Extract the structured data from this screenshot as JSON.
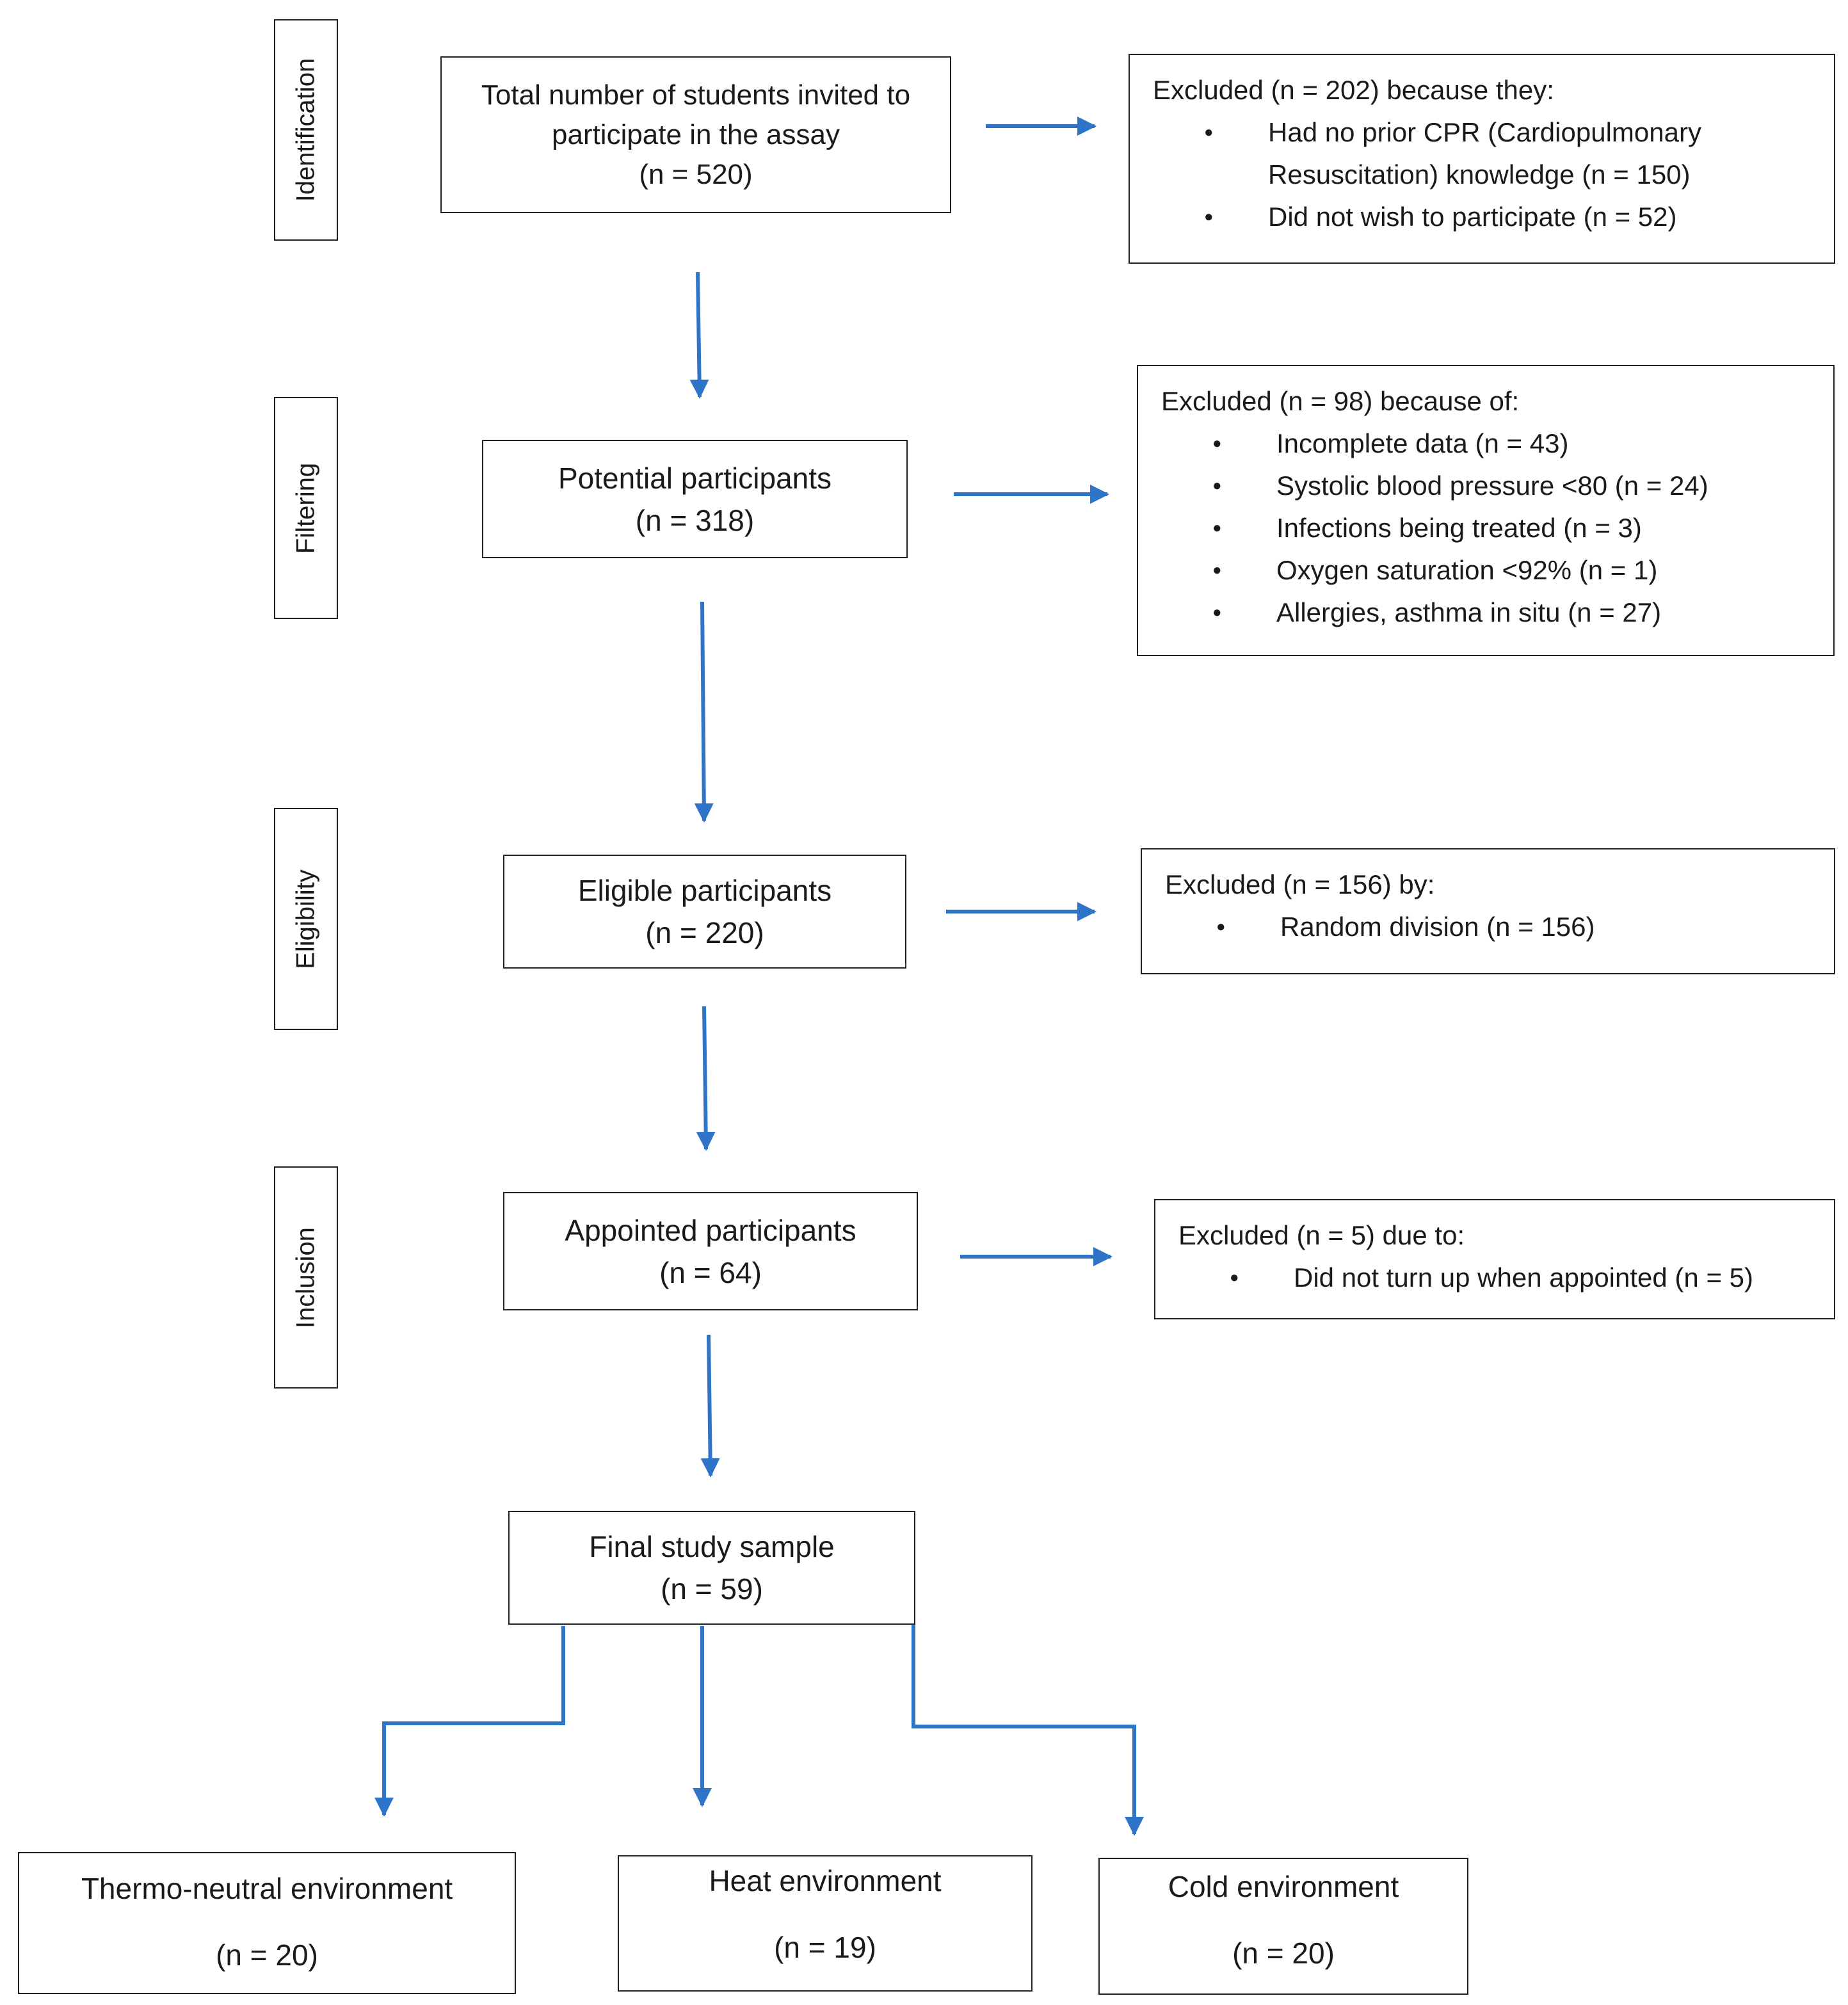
{
  "stages": {
    "identification": "Identification",
    "filtering": "Filtering",
    "eligibility": "Eligibility",
    "inclusion": "Inclusion"
  },
  "flow": {
    "invited": {
      "line1": "Total number of students invited to",
      "line2": "participate in the assay",
      "n": "(n = 520)"
    },
    "potential": {
      "label": "Potential participants",
      "n": "(n = 318)"
    },
    "eligible": {
      "label": "Eligible participants",
      "n": "(n = 220)"
    },
    "appointed": {
      "label": "Appointed participants",
      "n": "(n = 64)"
    },
    "final": {
      "label": "Final study sample",
      "n": "(n = 59)"
    }
  },
  "exclusions": {
    "identification": {
      "header": "Excluded (n = 202) because they:",
      "items": [
        "Had no prior CPR (Cardiopulmonary Resuscitation) knowledge (n = 150)",
        "Did not wish to participate (n = 52)"
      ]
    },
    "filtering": {
      "header": "Excluded (n = 98) because of:",
      "items": [
        "Incomplete data (n = 43)",
        "Systolic blood pressure <80 (n = 24)",
        "Infections being treated (n = 3)",
        "Oxygen saturation <92% (n = 1)",
        "Allergies, asthma in situ (n = 27)"
      ]
    },
    "eligibility": {
      "header": "Excluded (n = 156) by:",
      "items": [
        "Random division (n = 156)"
      ]
    },
    "inclusion": {
      "header": "Excluded (n = 5) due to:",
      "items": [
        "Did not turn up when appointed (n = 5)"
      ]
    }
  },
  "groups": [
    {
      "label": "Thermo-neutral environment",
      "n": "(n = 20)"
    },
    {
      "label": "Heat environment",
      "n": "(n = 19)"
    },
    {
      "label": "Cold environment",
      "n": "(n = 20)"
    }
  ],
  "colors": {
    "arrow": "#2e75c9",
    "border": "#222222"
  }
}
